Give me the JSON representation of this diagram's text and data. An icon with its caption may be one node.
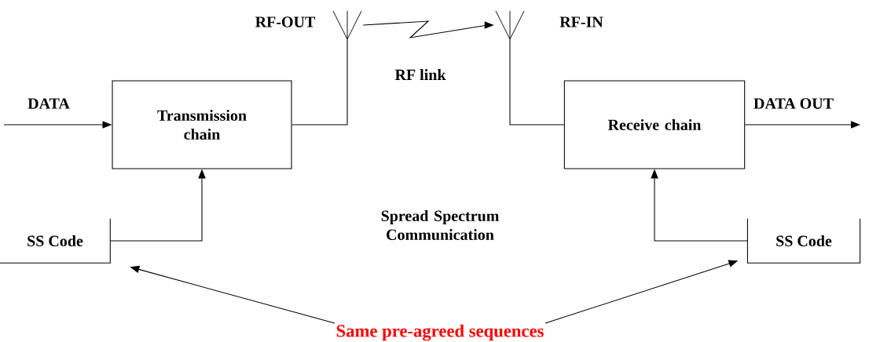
{
  "diagram": {
    "nodes": [
      {
        "text": [
          "Transmission chain"
        ]
      },
      {
        "text": [
          "Receive chain"
        ]
      },
      {
        "text": [
          "SS Code"
        ]
      },
      {
        "text": [
          "SS Code"
        ]
      },
      {
        "text": [],
        "shape": "antenna"
      },
      {
        "text": [],
        "shape": "antenna"
      },
      {
        "text": [
          "Same pre-agreed sequences"
        ]
      }
    ],
    "edges": [
      {
        "from": null,
        "to": 0,
        "arrow": "to",
        "label": "DATA"
      },
      {
        "from": 1,
        "to": null,
        "arrow": "to",
        "label": "DATA OUT"
      },
      {
        "from": 0,
        "to": 4,
        "arrow": "none"
      },
      {
        "from": 4,
        "to": 5,
        "arrow": "to",
        "label": "RF link"
      },
      {
        "from": 5,
        "to": 1,
        "arrow": "none"
      },
      {
        "from": 2,
        "to": 0,
        "arrow": "to"
      },
      {
        "from": 3,
        "to": 1,
        "arrow": "to"
      },
      {
        "from": 6,
        "to": 2,
        "arrow": "to"
      },
      {
        "from": 6,
        "to": 3,
        "arrow": "to"
      }
    ],
    "labels": [
      "RF-OUT",
      "RF-IN",
      "Spread Spectrum Communication"
    ]
  }
}
